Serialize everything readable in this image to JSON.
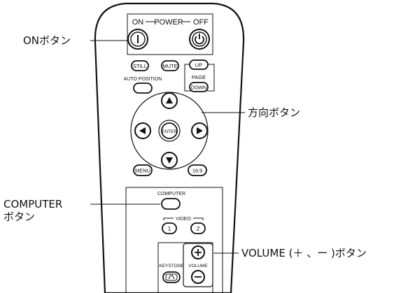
{
  "callouts": {
    "on_button": "ONボタン",
    "direction_buttons": "方向ボタン",
    "computer_line1": "COMPUTER",
    "computer_line2": "ボタン",
    "volume_buttons": "VOLUME (＋ 、ー )ボタン"
  },
  "remote": {
    "power_label_on": "ON",
    "power_label_power": "POWER",
    "power_label_off": "OFF",
    "still": "STILL",
    "mute": "MUTE",
    "up": "UP",
    "page": "PAGE",
    "down": "DOWN",
    "auto_position": "AUTO POSITION",
    "enter": "ENTER",
    "menu": "MENU",
    "aspect": "16:9",
    "computer": "COMPUTER",
    "video": "VIDEO",
    "video_1": "1",
    "video_2": "2",
    "keystone": "KEYSTONE",
    "volume": "VOLUME"
  }
}
